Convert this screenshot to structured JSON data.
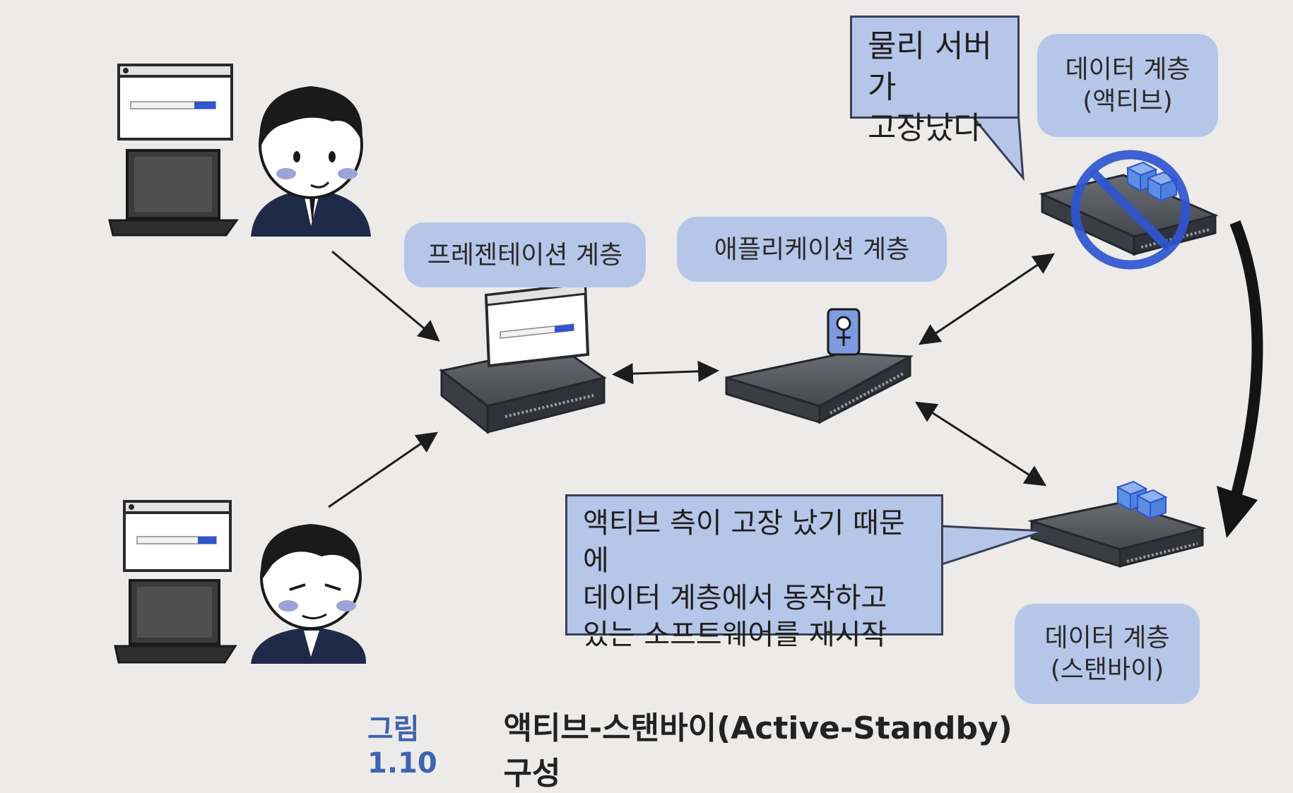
{
  "labels": {
    "presentation_tier": "프레젠테이션 계층",
    "application_tier": "애플리케이션 계층",
    "data_tier_active": "데이터 계층\n(액티브)",
    "data_tier_standby": "데이터 계층\n(스탠바이)"
  },
  "callouts": {
    "server_failed": "물리 서버가\n고장났다",
    "restart_note": "액티브 측이 고장 났기 때문에\n데이터 계층에서 동작하고\n있는 소프트웨어를 재시작"
  },
  "caption": {
    "number": "그림 1.10",
    "title": "액티브-스탠바이(Active-Standby) 구성"
  },
  "colors": {
    "label_fill": "#b6c6e8",
    "accent_blue": "#2f55d0",
    "server_dark": "#3a3d44",
    "caption_blue": "#3f63b3"
  },
  "icons": [
    "browser-window-icon",
    "laptop-icon",
    "user-young-icon",
    "user-older-icon",
    "server-icon",
    "app-process-icon",
    "data-blocks-icon",
    "prohibited-icon",
    "failover-arrow-icon"
  ]
}
